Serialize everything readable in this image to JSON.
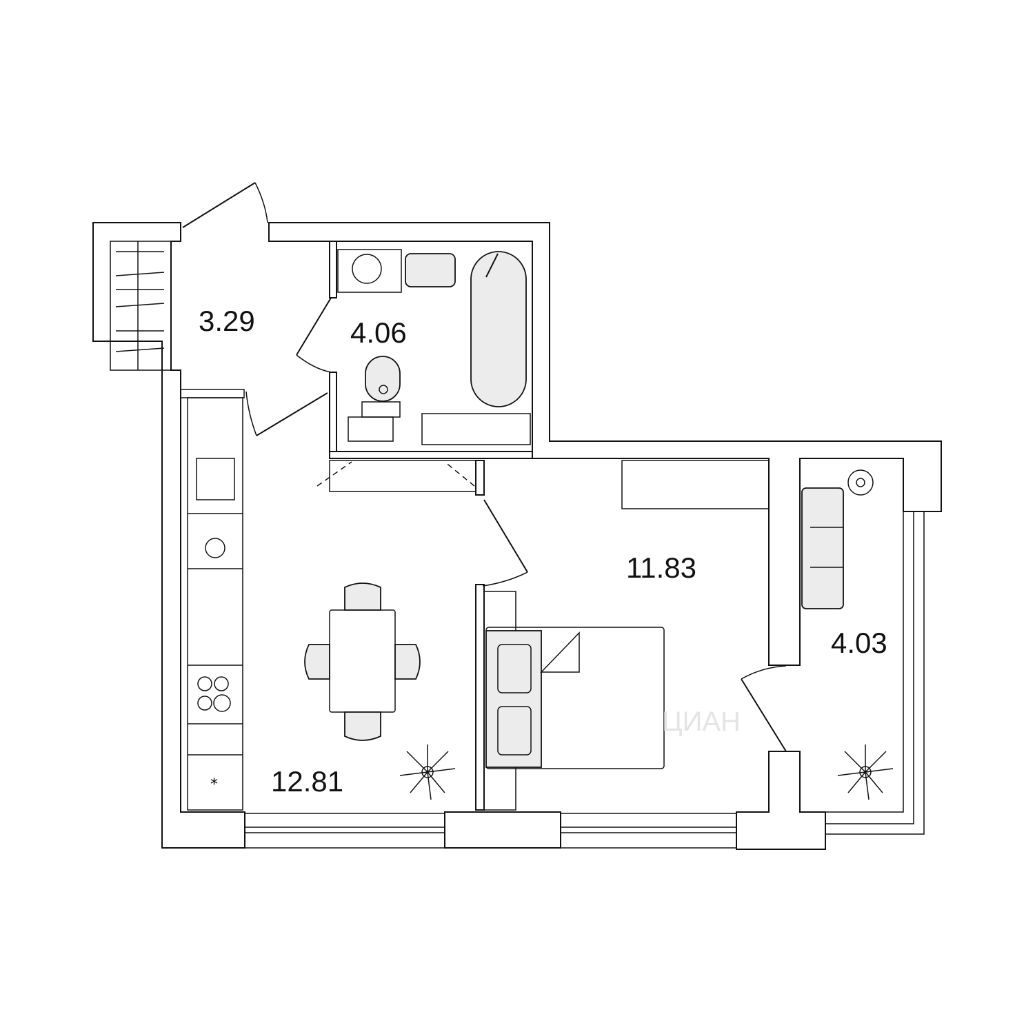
{
  "rooms": [
    {
      "name": "hallway",
      "area": "3.29"
    },
    {
      "name": "bathroom",
      "area": "4.06"
    },
    {
      "name": "kitchen-living",
      "area": "12.81"
    },
    {
      "name": "bedroom",
      "area": "11.83"
    },
    {
      "name": "loggia",
      "area": "4.03"
    }
  ],
  "watermark": "ЦИАН",
  "colors": {
    "line": "#111111",
    "fixture_fill": "#ececec",
    "background": "#ffffff"
  }
}
